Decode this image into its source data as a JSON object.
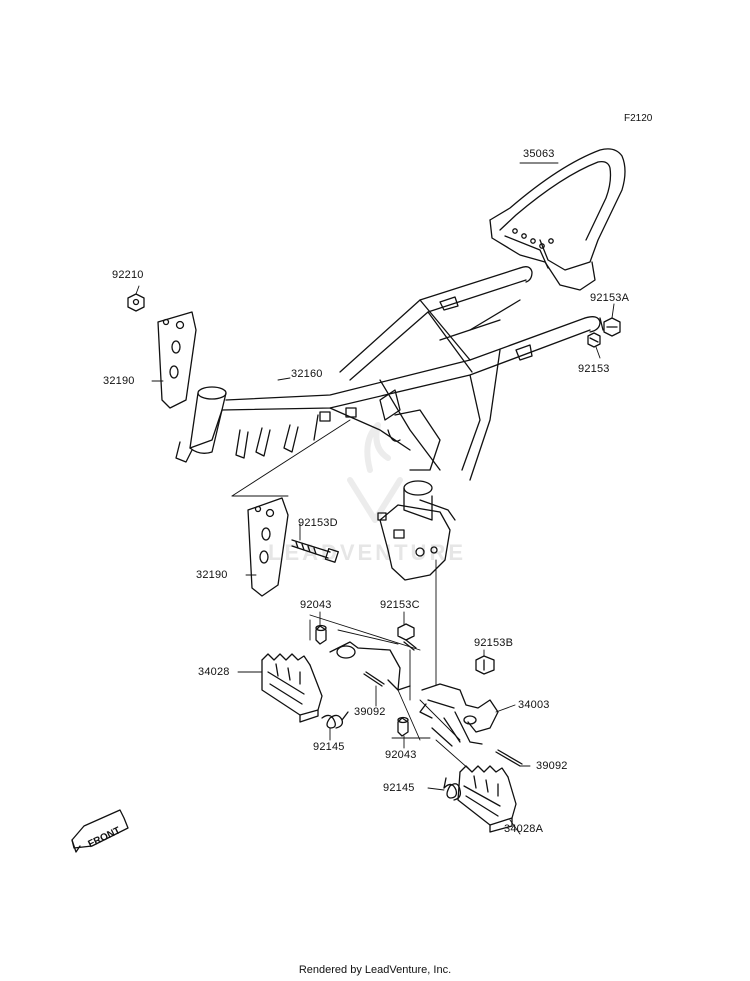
{
  "figure_code": "F2120",
  "footer": "Rendered by LeadVenture, Inc.",
  "watermark": "LEADVENTURE",
  "front_marker": "FRONT",
  "parts": [
    {
      "id": "35063",
      "label": "35063"
    },
    {
      "id": "92210",
      "label": "92210"
    },
    {
      "id": "92153A",
      "label": "92153A"
    },
    {
      "id": "32190-upper",
      "label": "32190"
    },
    {
      "id": "32160",
      "label": "32160"
    },
    {
      "id": "92153",
      "label": "92153"
    },
    {
      "id": "92153D",
      "label": "92153D"
    },
    {
      "id": "32190-lower",
      "label": "32190"
    },
    {
      "id": "92043-upper",
      "label": "92043"
    },
    {
      "id": "92153C",
      "label": "92153C"
    },
    {
      "id": "92153B",
      "label": "92153B"
    },
    {
      "id": "34028",
      "label": "34028"
    },
    {
      "id": "34003",
      "label": "34003"
    },
    {
      "id": "39092-left",
      "label": "39092"
    },
    {
      "id": "92145-left",
      "label": "92145"
    },
    {
      "id": "92043-lower",
      "label": "92043"
    },
    {
      "id": "39092-right",
      "label": "39092"
    },
    {
      "id": "92145-right",
      "label": "92145"
    },
    {
      "id": "34028A",
      "label": "34028A"
    }
  ]
}
